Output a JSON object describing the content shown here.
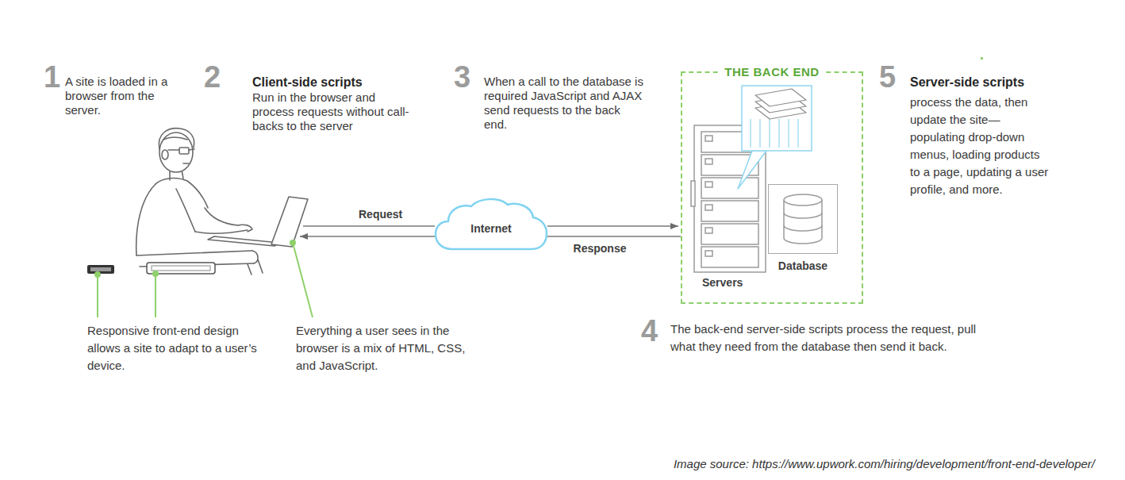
{
  "diagram": {
    "caption": "Image source: https://www.upwork.com/hiring/development/front-end-developer/",
    "nodes": [
      {
        "text": [
          "Internet"
        ]
      },
      {
        "text": [
          "THE BACK END"
        ]
      },
      {
        "text": [
          "Servers"
        ],
        "in": 1
      },
      {
        "text": [
          "Database"
        ],
        "in": 1
      }
    ],
    "edges": [
      {
        "from": 0,
        "to": 1,
        "arrow": "to"
      },
      {
        "from": 1,
        "to": 0,
        "arrow": "none",
        "label": "Response"
      }
    ],
    "labels": [
      "1",
      "A site is loaded in a browser from the server.",
      "2",
      "Client-side scripts",
      "Run in the browser and process requests without call-backs to the server",
      "3",
      "When a call to the database is required JavaScript and AJAX send requests to the back end.",
      "5",
      "Server-side scripts",
      "process the data, then update the site—populating drop-down menus, loading products to a page, updating a user profile, and more.",
      "Request",
      "Responsive front-end design allows a site to adapt to a user’s device.",
      "Everything a user sees in the browser is a mix of HTML, CSS, and JavaScript.",
      "4",
      "The back-end server-side scripts process the request, pull what they need from the database then send it back."
    ]
  }
}
